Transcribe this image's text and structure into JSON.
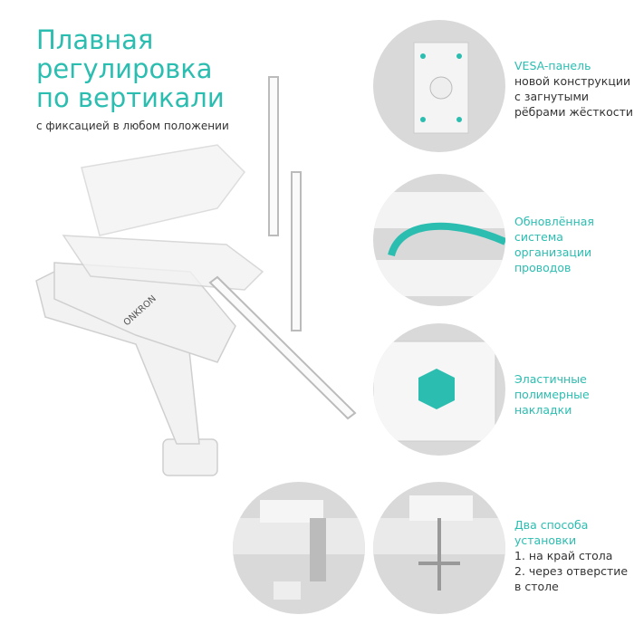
{
  "headline": {
    "lines": [
      "Плавная",
      "регулировка",
      "по вертикали"
    ],
    "subtitle": "с фиксацией в любом положении"
  },
  "brand": "ONKRON",
  "features": [
    {
      "title": "VESA-панель",
      "lines": [
        "новой конструкции",
        "с загнутыми",
        "рёбрами жёсткости"
      ]
    },
    {
      "title": "Обновлённая",
      "title2": "система",
      "lines": [
        "организации",
        "проводов"
      ]
    },
    {
      "title": "Эластичные",
      "title2": "полимерные",
      "lines": [
        "накладки"
      ]
    },
    {
      "title": "Два способа",
      "title2": "установки",
      "lines": [
        "1. на край стола",
        "2. через отверстие",
        "в столе"
      ]
    }
  ],
  "colors": {
    "accent": "#2bbdb0",
    "text": "#333333",
    "circle": "#d9d9d9"
  }
}
